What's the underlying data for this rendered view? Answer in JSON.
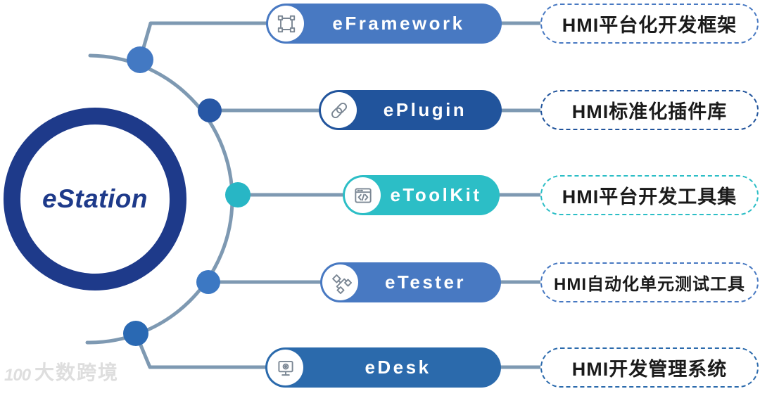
{
  "hub": {
    "label": "eStation",
    "ring_color": "#1e3a8a",
    "text_color": "#1e3a8a"
  },
  "connectors": {
    "color": "#7e99b2"
  },
  "rows": [
    {
      "name": "eFramework",
      "description": "HMI平台化开发框架",
      "color": "#4879c2",
      "dot_color": "#4379c3",
      "icon": "frame-icon"
    },
    {
      "name": "ePlugin",
      "description": "HMI标准化插件库",
      "color": "#21549c",
      "dot_color": "#2757a5",
      "icon": "link-icon"
    },
    {
      "name": "eToolKit",
      "description": "HMI平台开发工具集",
      "color": "#2cbec6",
      "dot_color": "#28b6c5",
      "icon": "code-window-icon"
    },
    {
      "name": "eTester",
      "description": "HMI自动化单元测试工具",
      "color": "#4879c2",
      "dot_color": "#3c78c3",
      "icon": "nodes-icon"
    },
    {
      "name": "eDesk",
      "description": "HMI开发管理系统",
      "color": "#2b6aac",
      "dot_color": "#2a69b3",
      "icon": "monitor-gear-icon"
    }
  ],
  "watermark": {
    "logo": "100",
    "text": "大数跨境"
  }
}
